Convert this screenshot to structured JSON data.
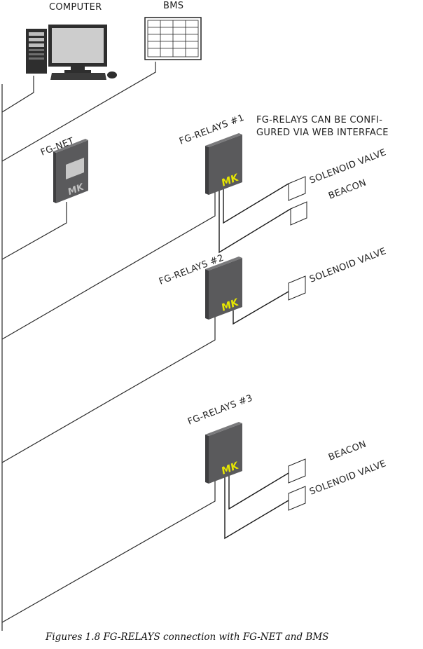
{
  "labels": {
    "computer": "COMPUTER",
    "bms": "BMS",
    "fg_net": "FG-NET",
    "relays_1": "FG-RELAYS #1",
    "relays_2": "FG-RELAYS #2",
    "relays_3": "FG-RELAYS #3",
    "web_note_line1": "FG-RELAYS CAN BE CONFI-",
    "web_note_line2": "GURED VIA WEB INTERFACE",
    "r1_output_1": "SOLENOID VALVE",
    "r1_output_2": "BEACON",
    "r2_output_1": "SOLENOID VALVE",
    "r3_output_1": "BEACON",
    "r3_output_2": "SOLENOID VALVE"
  },
  "device_logo": "MK",
  "caption": "Figures 1.8 FG-RELAYS connection with FG-NET  and BMS",
  "colors": {
    "device_body": "#5a5a5c",
    "device_side": "#3e3e40",
    "logo": "#e8e800",
    "fg_net_screen": "#c8c8c8",
    "wire": "#1a1a1a"
  },
  "icons": [
    "computer-tower-icon",
    "monitor-icon",
    "keyboard-icon",
    "mouse-icon",
    "bms-grid-icon"
  ]
}
